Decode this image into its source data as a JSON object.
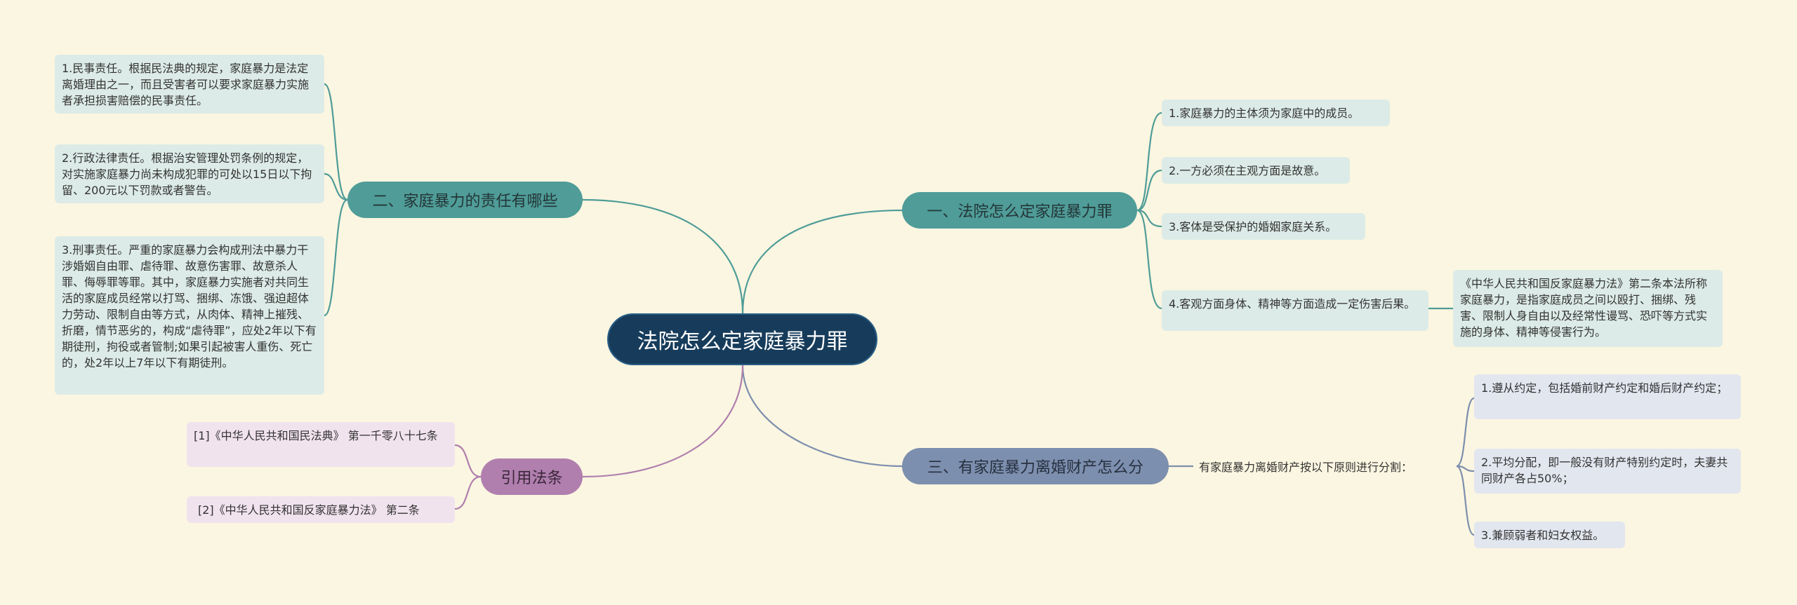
{
  "root": {
    "label": "法院怎么定家庭暴力罪"
  },
  "branch1": {
    "label": "一、法院怎么定家庭暴力罪",
    "items": [
      "1.家庭暴力的主体须为家庭中的成员。",
      "2.一方必须在主观方面是故意。",
      "3.客体是受保护的婚姻家庭关系。",
      "4.客观方面身体、精神等方面造成一定伤害后果。"
    ],
    "note": "《中华人民共和国反家庭暴力法》第二条本法所称家庭暴力，是指家庭成员之间以殴打、捆绑、残害、限制人身自由以及经常性谩骂、恐吓等方式实施的身体、精神等侵害行为。"
  },
  "branch2": {
    "label": "二、家庭暴力的责任有哪些",
    "items": [
      "1.民事责任。根据民法典的规定，家庭暴力是法定离婚理由之一，而且受害者可以要求家庭暴力实施者承担损害赔偿的民事责任。",
      "2.行政法律责任。根据治安管理处罚条例的规定，对实施家庭暴力尚未构成犯罪的可处以15日以下拘留、200元以下罚款或者警告。",
      "3.刑事责任。严重的家庭暴力会构成刑法中暴力干涉婚姻自由罪、虐待罪、故意伤害罪、故意杀人罪、侮辱罪等罪。其中，家庭暴力实施者对共同生活的家庭成员经常以打骂、捆绑、冻饿、强迫超体力劳动、限制自由等方式，从肉体、精神上摧残、折磨，情节恶劣的，构成“虐待罪”，应处2年以下有期徒刑，拘役或者管制;如果引起被害人重伤、死亡的，处2年以上7年以下有期徒刑。"
    ]
  },
  "branch3": {
    "label": "三、有家庭暴力离婚财产怎么分",
    "sub_label": "有家庭暴力离婚财产按以下原则进行分割：",
    "items": [
      "1.遵从约定，包括婚前财产约定和婚后财产约定；",
      "2.平均分配，即一般没有财产特别约定时，夫妻共同财产各占50%；",
      "3.兼顾弱者和妇女权益。"
    ]
  },
  "branch4": {
    "label": "引用法条",
    "items": [
      "[1]《中华人民共和国民法典》 第一千零八十七条",
      "[2]《中华人民共和国反家庭暴力法》 第二条"
    ]
  },
  "colors": {
    "root": "#173c5b",
    "teal": "#4f9c98",
    "slate": "#7d8fae",
    "purple": "#b07fae",
    "background": "#fbf6e1"
  }
}
